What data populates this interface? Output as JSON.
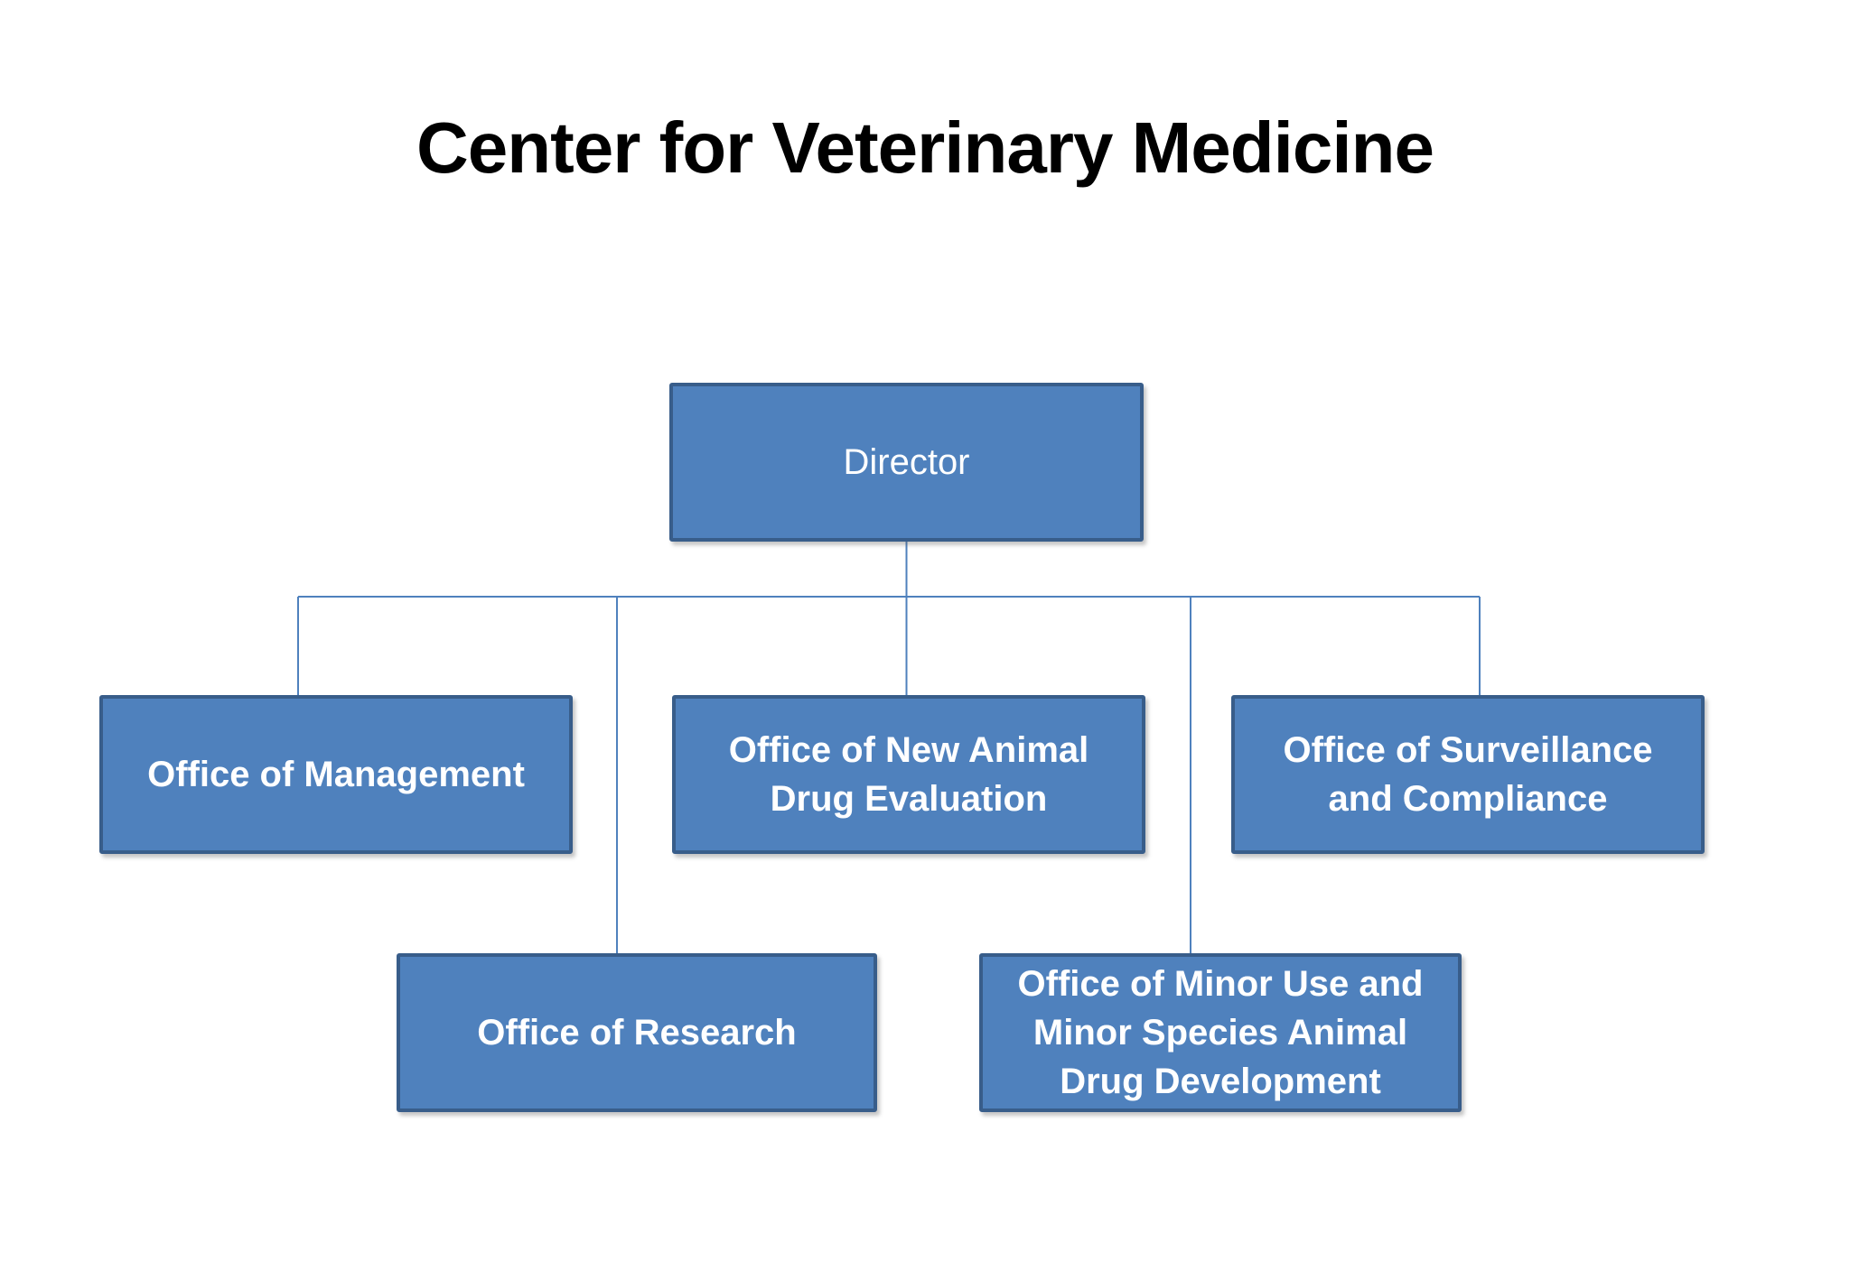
{
  "title": "Center for Veterinary Medicine",
  "colors": {
    "box_fill": "#4F81BD",
    "box_border": "#385D8A",
    "connector": "#4F81BD",
    "title_text": "#000000",
    "box_text": "#FFFFFF",
    "background": "#FFFFFF"
  },
  "boxes": {
    "director": {
      "label": "Director"
    },
    "management": {
      "label": "Office of Management"
    },
    "new_animal": {
      "label": "Office of New Animal\nDrug Evaluation"
    },
    "surveillance": {
      "label": "Office of Surveillance\nand Compliance"
    },
    "research": {
      "label": "Office of Research"
    },
    "minor_use": {
      "label": "Office of Minor Use and\nMinor Species Animal\nDrug Development"
    }
  },
  "hierarchy": {
    "root": "director",
    "children_of_director": [
      "management",
      "new_animal",
      "surveillance",
      "research",
      "minor_use"
    ]
  }
}
